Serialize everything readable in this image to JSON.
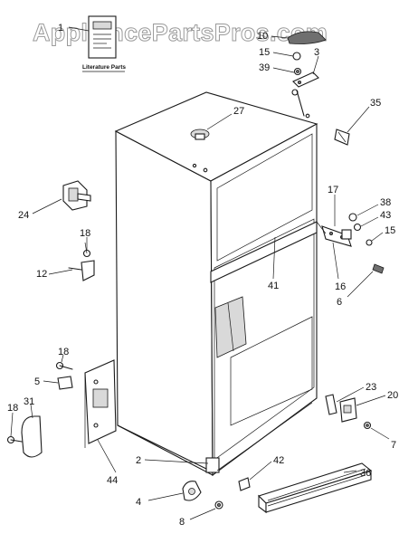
{
  "watermark": "AppliancePartsPros.com",
  "literature_caption": "Literature Parts",
  "callouts": [
    "1",
    "10",
    "15",
    "3",
    "39",
    "27",
    "35",
    "17",
    "38",
    "43",
    "15",
    "24",
    "18",
    "12",
    "41",
    "16",
    "6",
    "18",
    "5",
    "31",
    "18",
    "23",
    "20",
    "7",
    "2",
    "44",
    "42",
    "36",
    "4",
    "8"
  ]
}
